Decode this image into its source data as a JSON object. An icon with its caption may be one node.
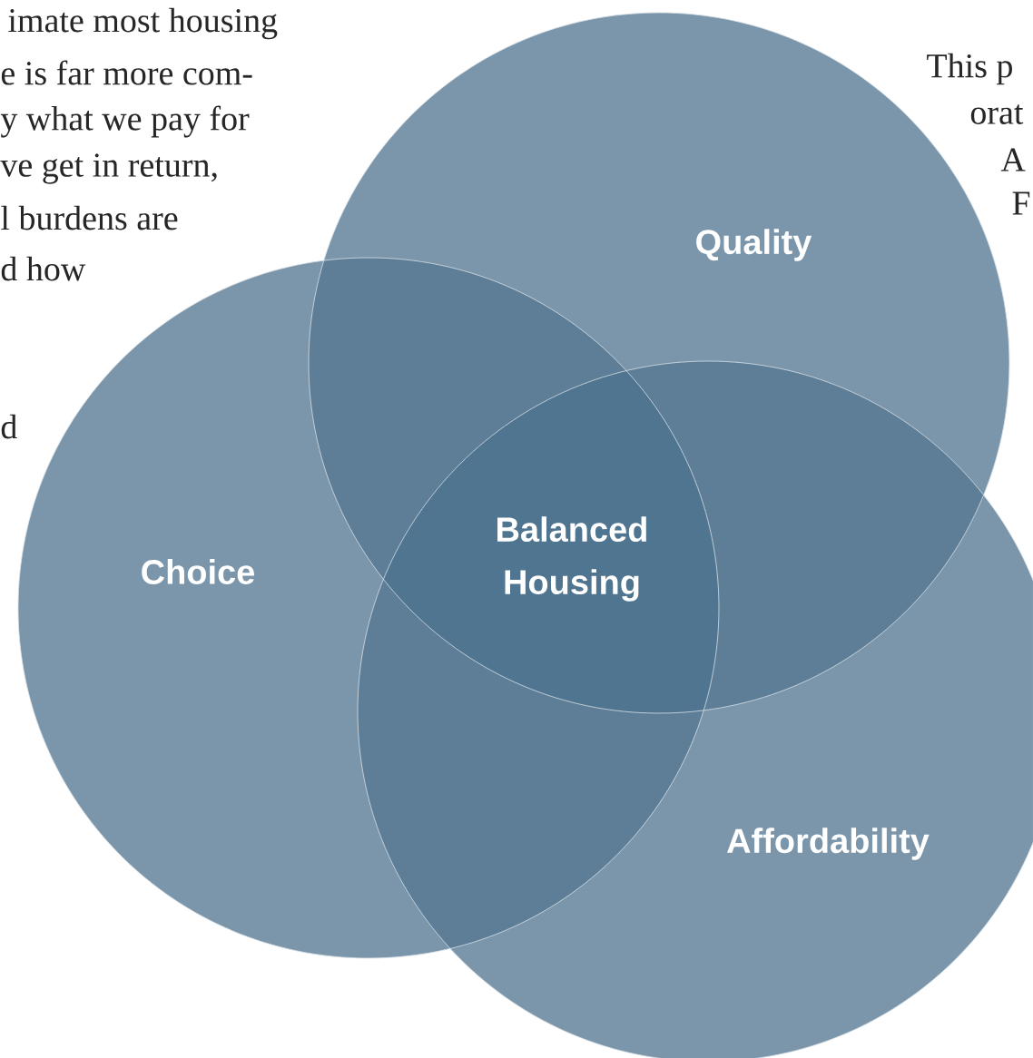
{
  "diagram": {
    "nodes": [
      {
        "text": [
          "Quality"
        ]
      },
      {
        "text": [
          "Choice"
        ]
      },
      {
        "text": [
          "Balanced Housing"
        ]
      },
      {
        "text": [
          "Affordability"
        ]
      }
    ],
    "labels": [
      "imate most housing",
      "e is far more com-",
      "y what we pay for",
      "ve get in return,",
      "l burdens are",
      "d how",
      "d",
      "This p",
      "orat",
      "A",
      "F"
    ]
  }
}
